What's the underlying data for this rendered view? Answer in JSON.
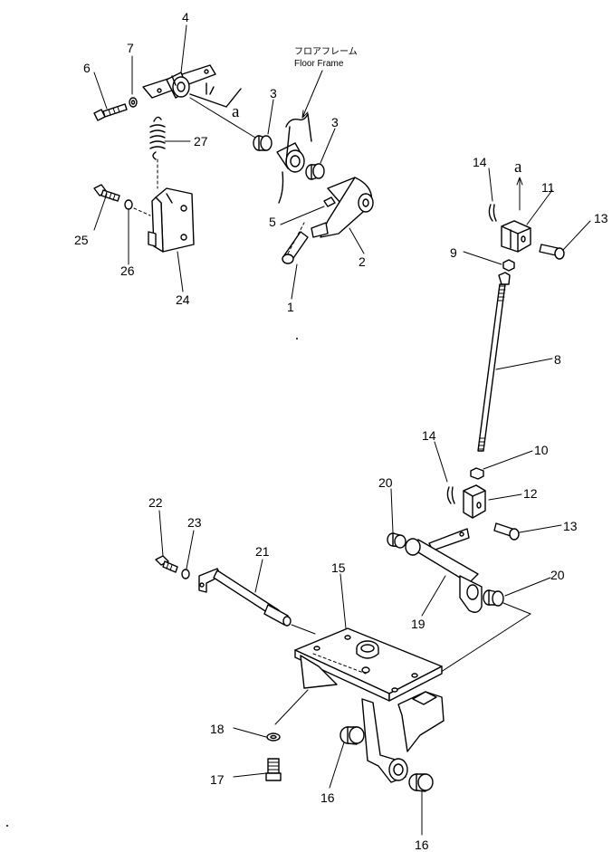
{
  "callouts": {
    "p1": "1",
    "p2": "2",
    "p3a": "3",
    "p3b": "3",
    "p4": "4",
    "p5": "5",
    "p6": "6",
    "p7": "7",
    "p8": "8",
    "p9": "9",
    "p10": "10",
    "p11": "11",
    "p12": "12",
    "p13a": "13",
    "p13b": "13",
    "p14a": "14",
    "p14b": "14",
    "p15": "15",
    "p16a": "16",
    "p16b": "16",
    "p17": "17",
    "p18": "18",
    "p19": "19",
    "p20a": "20",
    "p20b": "20",
    "p21": "21",
    "p22": "22",
    "p23": "23",
    "p24": "24",
    "p25": "25",
    "p26": "26",
    "p27": "27"
  },
  "connection_marks": {
    "a_left": "a",
    "a_right": "a"
  },
  "annotation": {
    "jp": "フロアフレーム",
    "en": "Floor Frame"
  }
}
